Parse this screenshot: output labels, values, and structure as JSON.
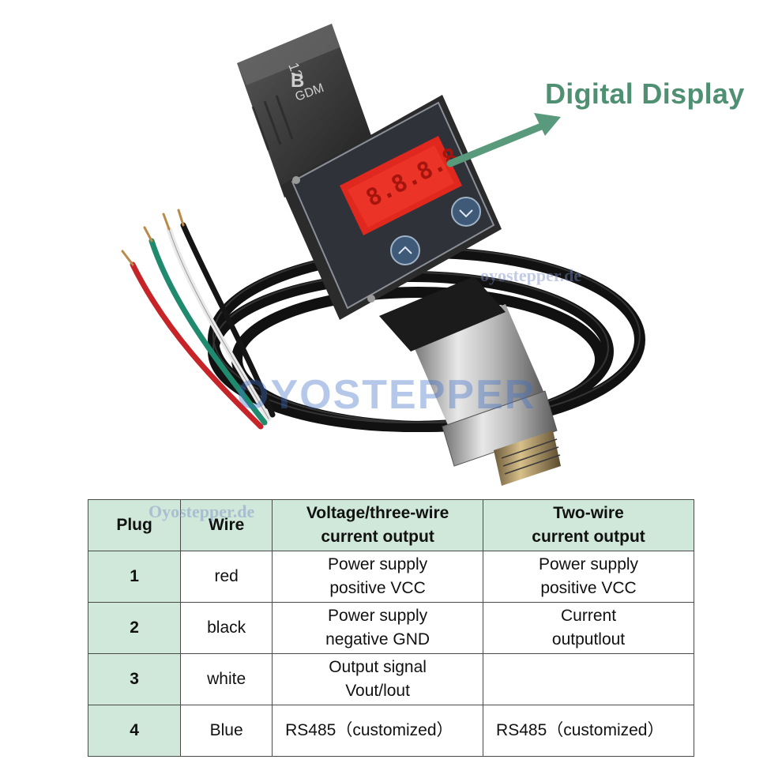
{
  "callout": {
    "label": "Digital Display"
  },
  "product": {
    "connector_text": [
      "12",
      "B",
      "GDM"
    ],
    "display_digits": "8.8.8.8",
    "button_up": "up",
    "button_down": "down"
  },
  "watermarks": {
    "small_1": "oyostepper.de",
    "small_2": "Oyostepper.de",
    "big": "OYOSTEPPER"
  },
  "table": {
    "headers": {
      "plug": "Plug",
      "wire": "Wire",
      "voltage": [
        "Voltage/three-wire",
        "current output"
      ],
      "two_wire": [
        "Two-wire",
        "current output"
      ]
    },
    "rows": [
      {
        "plug": "1",
        "wire": "red",
        "voltage": [
          "Power supply",
          "positive VCC"
        ],
        "two_wire": [
          "Power supply",
          "positive VCC"
        ]
      },
      {
        "plug": "2",
        "wire": "black",
        "voltage": [
          "Power supply",
          "negative GND"
        ],
        "two_wire": [
          "Current",
          "outputlout"
        ]
      },
      {
        "plug": "3",
        "wire": "white",
        "voltage": [
          "Output signal",
          "Vout/lout"
        ],
        "two_wire": [
          "",
          ""
        ]
      },
      {
        "plug": "4",
        "wire": "Blue",
        "voltage": [
          "RS485（customized）"
        ],
        "two_wire": [
          "RS485（customized）"
        ]
      }
    ]
  },
  "colors": {
    "header_bg": "#cfe8d9",
    "callout": "#4f8f72",
    "display_red": "#e0281e",
    "wire_red": "#c7242a",
    "wire_green": "#1f8a6e",
    "wire_white": "#f2f2f2",
    "wire_black": "#151515"
  }
}
